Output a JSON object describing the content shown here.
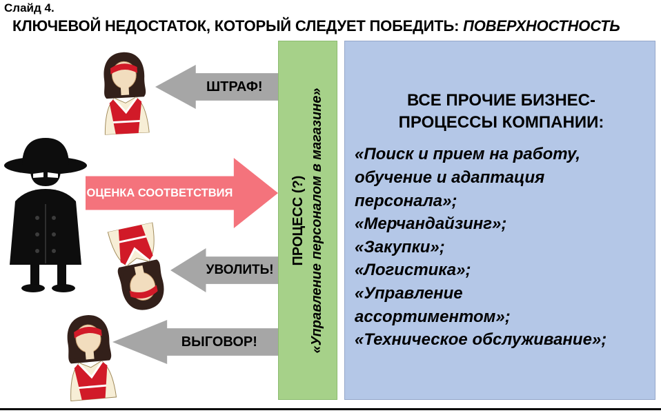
{
  "slide": {
    "label": "Слайд 4.",
    "title": "КЛЮЧЕВОЙ НЕДОСТАТОК, КОТОРЫЙ СЛЕДУЕТ ПОБЕДИТЬ: ",
    "title_emphasis": "ПОВЕРХНОСТНОСТЬ"
  },
  "arrows": {
    "fine_label": "ШТРАФ!",
    "assessment_label": "ОЦЕНКА СООТВЕТСТВИЯ",
    "fire_label": "УВОЛИТЬ!",
    "reprimand_label": "ВЫГОВОР!"
  },
  "process_bar": {
    "title": "ПРОЦЕСС (?)",
    "subtitle": "«Управление персоналом в магазине»"
  },
  "right_panel": {
    "heading": "ВСЕ ПРОЧИЕ БИЗНЕС-ПРОЦЕССЫ КОМПАНИИ:",
    "items": [
      "«Поиск и прием на работу, обучение и адаптация персонала»;",
      "«Мерчандайзинг»;",
      "«Закупки»;",
      "«Логистика»;",
      "«Управление ассортиментом»;",
      "«Техническое обслуживание»;"
    ]
  },
  "icons": {
    "inspector": "spy-inspector-icon",
    "employee": "store-employee-icon"
  },
  "colors": {
    "process_bar_bg": "#a6d189",
    "panel_bg": "#b4c7e7",
    "assessment_arrow": "#f4737c",
    "action_arrow": "#a6a6a6",
    "uniform_red": "#d11a28"
  }
}
